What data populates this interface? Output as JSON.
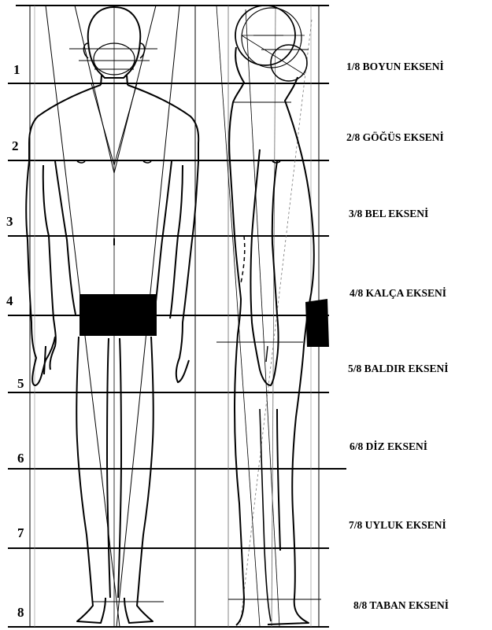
{
  "rows": [
    {
      "number": "1",
      "label": "1/8 BOYUN EKSENİ"
    },
    {
      "number": "2",
      "label": "2/8 GÖĞÜS EKSENİ"
    },
    {
      "number": "3",
      "label": "3/8 BEL EKSENİ"
    },
    {
      "number": "4",
      "label": "4/8 KALÇA EKSENİ"
    },
    {
      "number": "5",
      "label": "5/8 BALDIR EKSENİ"
    },
    {
      "number": "6",
      "label": "6/8 DİZ EKSENİ"
    },
    {
      "number": "7",
      "label": "7/8 UYLUK EKSENİ"
    },
    {
      "number": "8",
      "label": "8/8 TABAN EKSENİ"
    }
  ],
  "colors": {
    "ink": "#000000",
    "background": "#ffffff"
  }
}
